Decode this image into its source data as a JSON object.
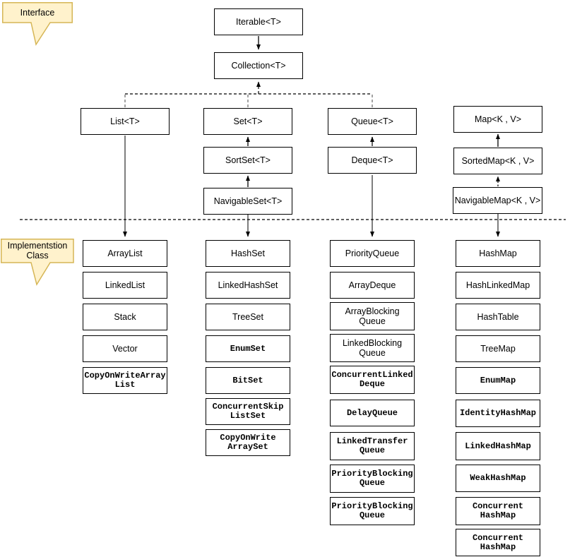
{
  "callouts": {
    "interface": "Interface",
    "implementation": "Implementstion\nClass"
  },
  "interfaces": {
    "iterable": "Iterable<T>",
    "collection": "Collection<T>",
    "list": "List<T>",
    "set": "Set<T>",
    "sortset": "SortSet<T>",
    "navigableset": "NavigableSet<T>",
    "queue": "Queue<T>",
    "deque": "Deque<T>",
    "map": "Map<K , V>",
    "sortedmap": "SortedMap<K , V>",
    "navigablemap": "NavigableMap<K , V>"
  },
  "implementations": {
    "list": [
      "ArrayList",
      "LinkedList",
      "Stack",
      "Vector",
      "CopyOnWriteArray\nList"
    ],
    "set": [
      "HashSet",
      "LinkedHashSet",
      "TreeSet",
      "EnumSet",
      "BitSet",
      "ConcurrentSkip\nListSet",
      "CopyOnWrite\nArraySet"
    ],
    "queue": [
      "PriorityQueue",
      "ArrayDeque",
      "ArrayBlocking\nQueue",
      "LinkedBlocking\nQueue",
      "ConcurrentLinked\nDeque",
      "DelayQueue",
      "LinkedTransfer\nQueue",
      "PriorityBlocking\nQueue",
      "PriorityBlocking\nQueue"
    ],
    "map": [
      "HashMap",
      "HashLinkedMap",
      "HashTable",
      "TreeMap",
      "EnumMap",
      "IdentityHashMap",
      "LinkedHashMap",
      "WeakHashMap",
      "Concurrent\nHashMap",
      "Concurrent\nHashMap"
    ]
  },
  "colors": {
    "callout_fill": "#FFF2CC",
    "callout_border": "#D6B656",
    "box_border": "#000000",
    "connector_gray": "#707070"
  }
}
